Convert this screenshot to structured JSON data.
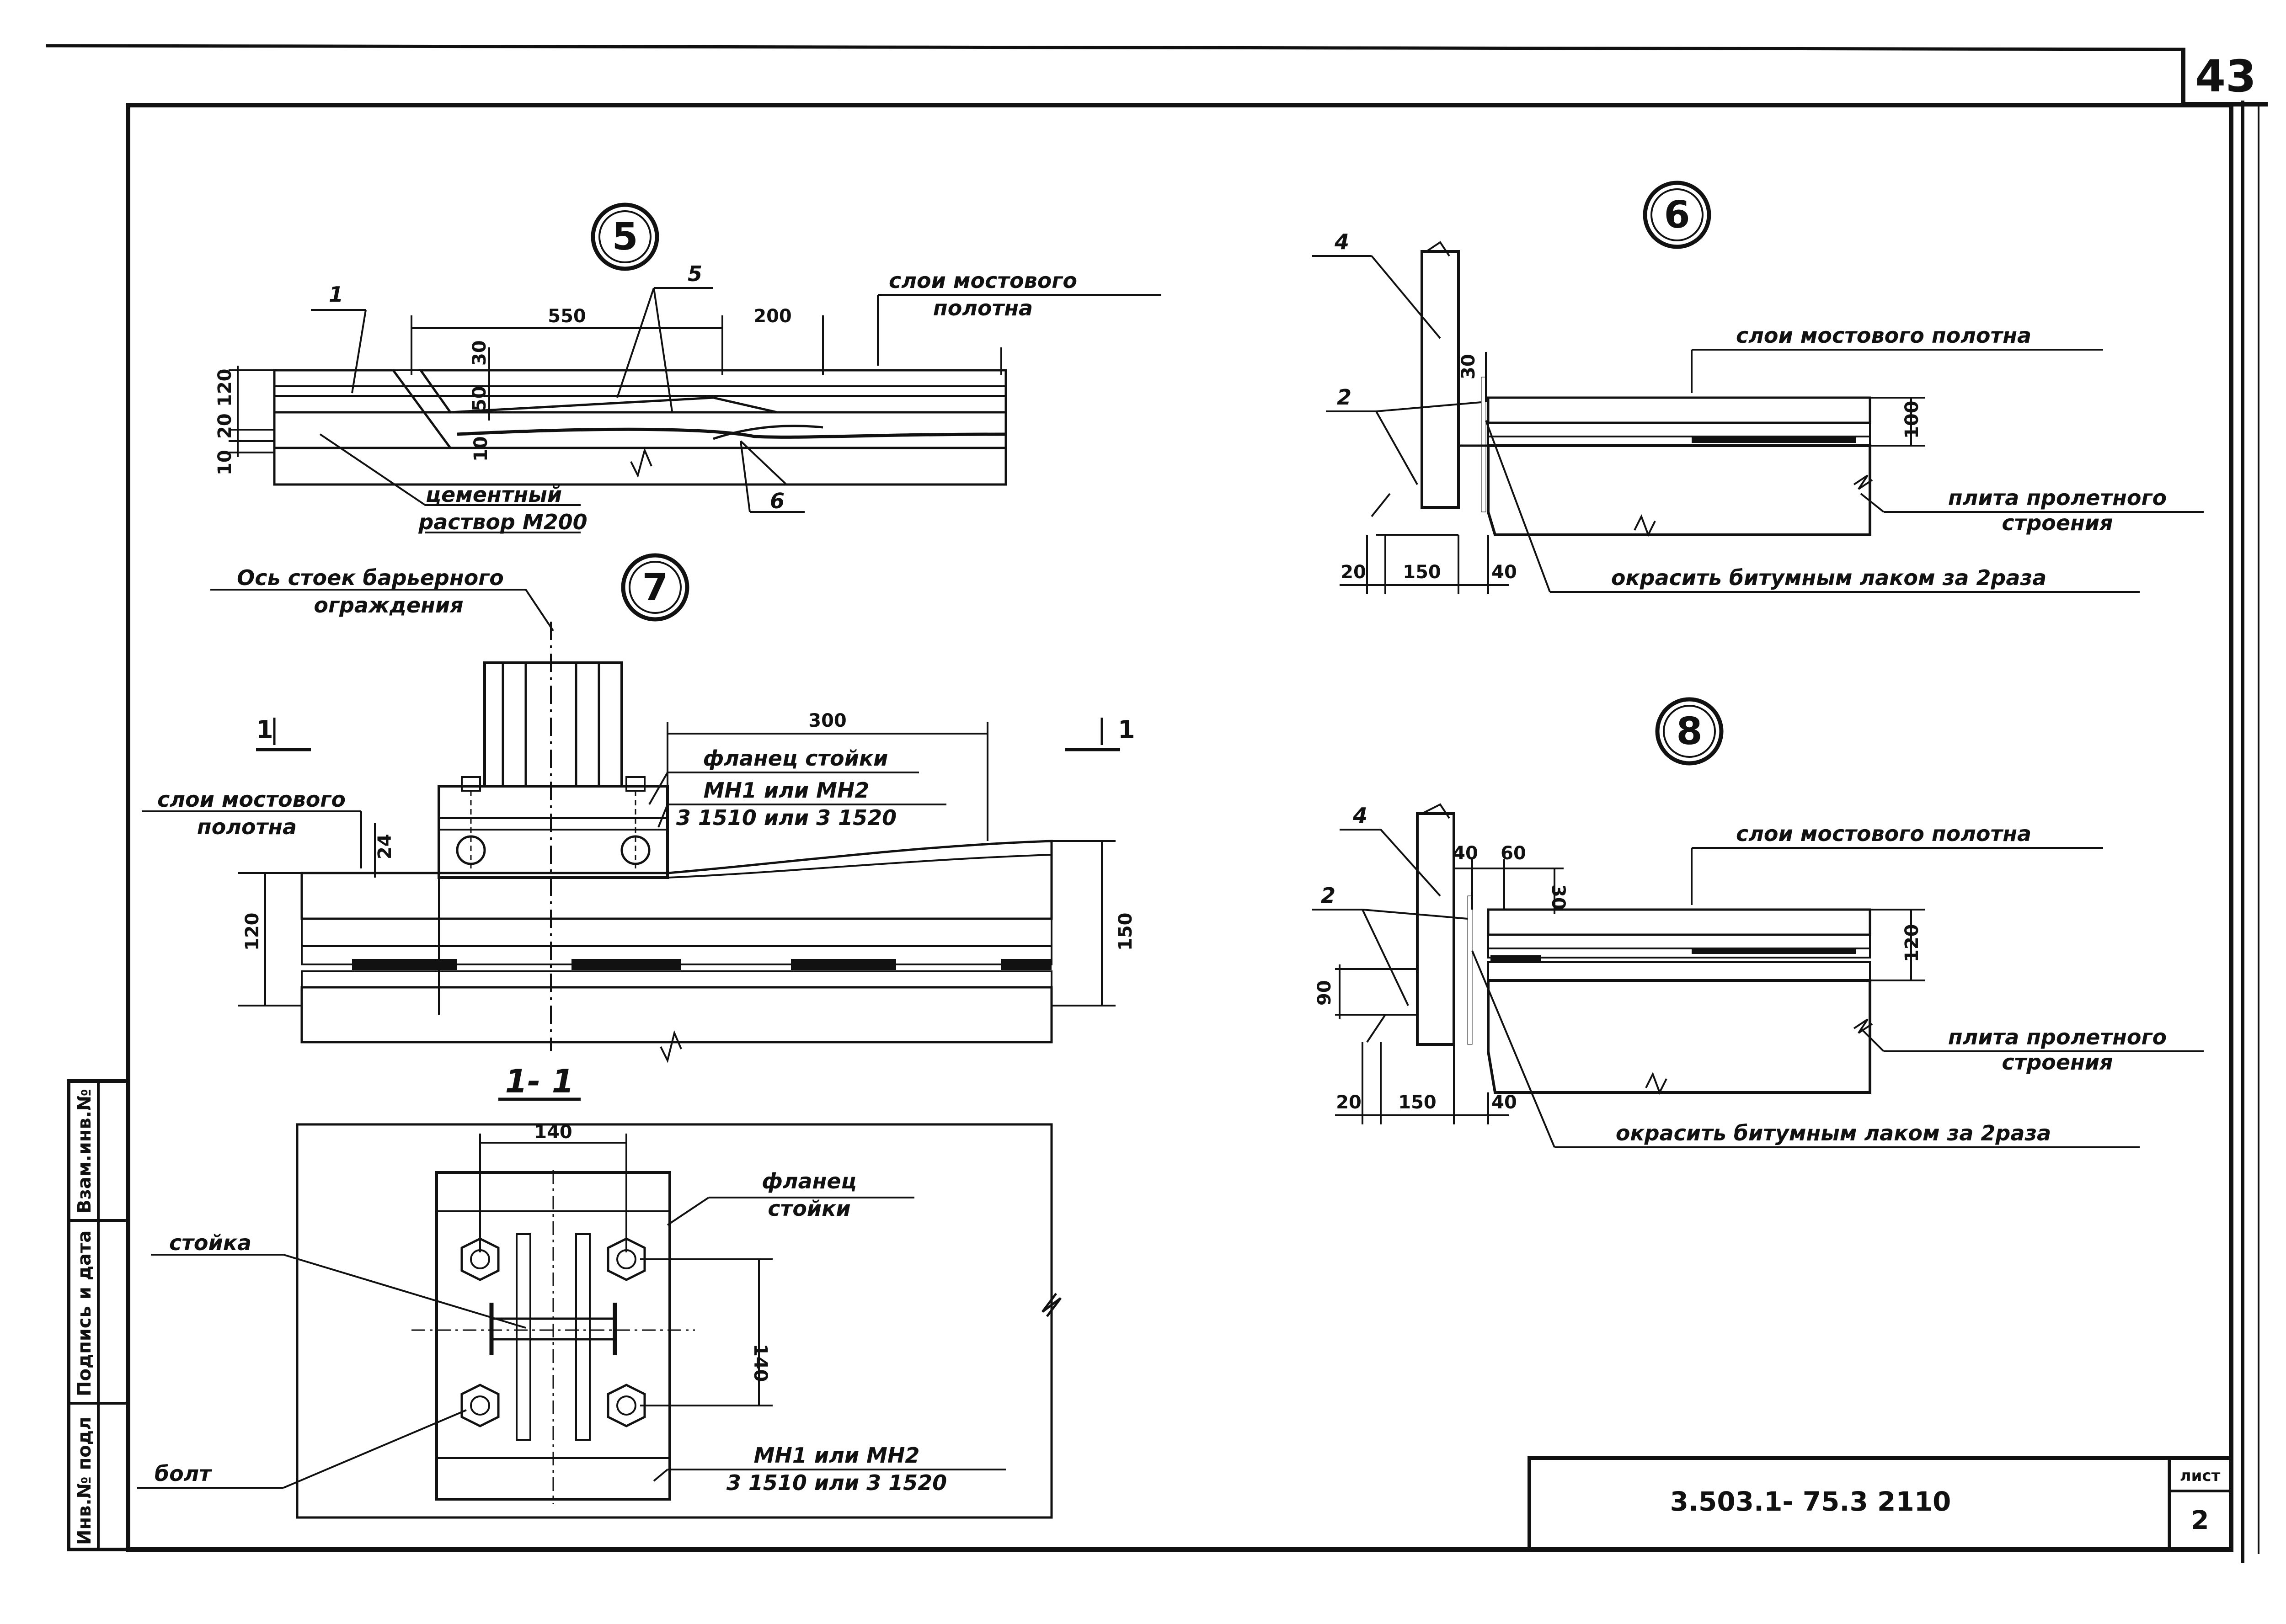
{
  "sheet": {
    "page_number": "43",
    "document_code": "3.503.1- 75.3  2110",
    "sheet_label": "лист",
    "sheet_number": "2",
    "side_stamp": [
      "Инв.№ подл",
      "Подпись и дата",
      "Взам.инв.№"
    ]
  },
  "detail5": {
    "mark": "5",
    "pos1": "1",
    "pos5": "5",
    "pos6": "6",
    "layers_label": [
      "слои мостового",
      "полотна"
    ],
    "mortar_label": [
      "цементный",
      "раствор М200"
    ],
    "dims": {
      "d550": "550",
      "d200": "200",
      "d30": "30",
      "d50": "50",
      "d120": "120",
      "d20": "20",
      "d10": "10",
      "d10b": "10"
    }
  },
  "detail6": {
    "mark": "6",
    "pos4": "4",
    "pos2": "2",
    "layers_label": "слои мостового полотна",
    "slab_label": [
      "плита пролетного",
      "строения"
    ],
    "paint_label": "окрасить битумным лаком за 2раза",
    "dims": {
      "d30": "30",
      "d100": "100",
      "d20": "20",
      "d150": "150",
      "d40": "40"
    }
  },
  "detail7": {
    "mark": "7",
    "axis_label": [
      "Ось стоек барьерного",
      "ограждения"
    ],
    "flange_label": "фланец стойки",
    "mn_label": [
      "МН1 или МН2",
      "3 1510 или 3 1520"
    ],
    "layers_label": [
      "слои мостового",
      "полотна"
    ],
    "cut_mark": "1",
    "dims": {
      "d300": "300",
      "d24": "24",
      "d120": "120",
      "d150": "150"
    }
  },
  "section11": {
    "title": "1- 1",
    "post_label": "стойка",
    "flange_label": [
      "фланец",
      "стойки"
    ],
    "bolt_label": "болт",
    "mn_label": [
      "МН1 или  МН2",
      "3 1510  или 3 1520"
    ],
    "dims": {
      "d140h": "140",
      "d140v": "140"
    }
  },
  "detail8": {
    "mark": "8",
    "pos4": "4",
    "pos2": "2",
    "layers_label": "слои мостового полотна",
    "slab_label": [
      "плита пролетного",
      "строения"
    ],
    "paint_label": "окрасить битумным лаком за 2раза",
    "dims": {
      "d40": "40",
      "d60": "60",
      "d30": "30",
      "d120": "120",
      "d90": "90",
      "d20": "20",
      "d150": "150",
      "d40b": "40"
    }
  }
}
